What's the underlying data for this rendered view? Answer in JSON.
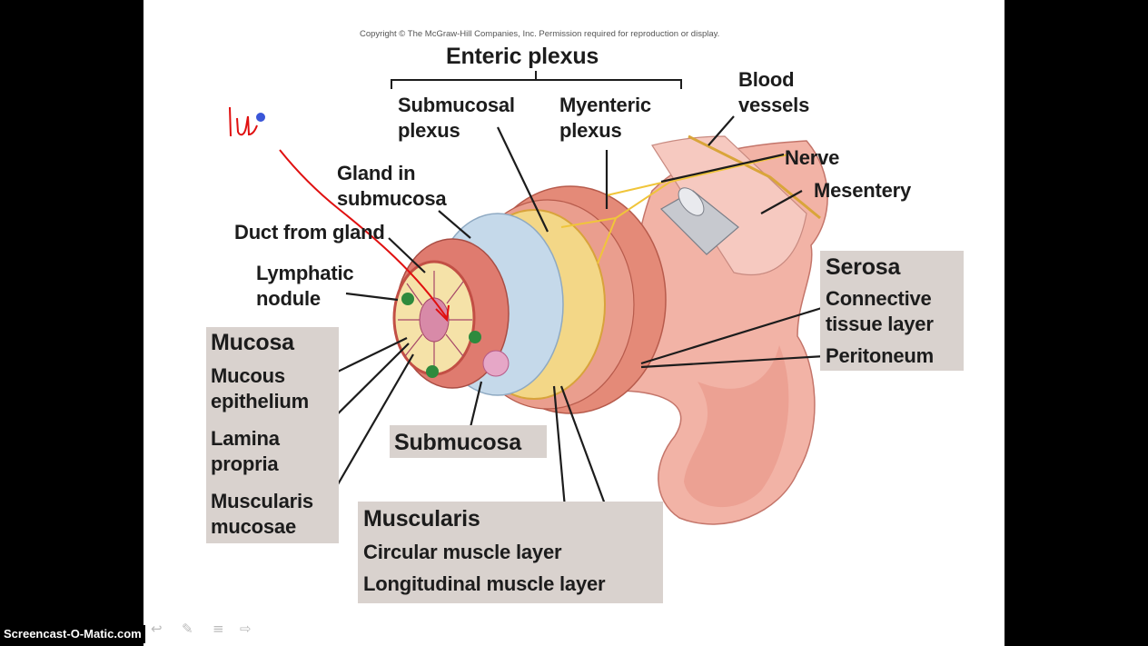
{
  "copyright": "Copyright © The McGraw-Hill Companies, Inc. Permission required for reproduction or display.",
  "labels": {
    "enteric_plexus": "Enteric plexus",
    "submucosal_plexus": "Submucosal\nplexus",
    "myenteric_plexus": "Myenteric\nplexus",
    "blood_vessels": "Blood\nvessels",
    "nerve": "Nerve",
    "mesentery": "Mesentery",
    "gland_in_submucosa": "Gland in\nsubmucosa",
    "duct_from_gland": "Duct from gland",
    "lymphatic_nodule": "Lymphatic\nnodule",
    "serosa": "Serosa",
    "connective_tissue_layer": "Connective\ntissue layer",
    "peritoneum": "Peritoneum",
    "mucosa": "Mucosa",
    "mucous_epithelium": "Mucous\nepithelium",
    "lamina_propria": "Lamina\npropria",
    "muscularis_mucosae": "Muscularis\nmucosae",
    "submucosa": "Submucosa",
    "muscularis": "Muscularis",
    "circular_muscle_layer": "Circular muscle layer",
    "longitudinal_muscle_layer": "Longitudinal muscle layer"
  },
  "handwriting": "lu",
  "watermark": "Screencast-O-Matic.com",
  "colors": {
    "annotation_ink": "#e01010",
    "label_box": "#d9d2ce",
    "muscle": "#e2806e",
    "submucosa": "#bcd3e6",
    "nerve": "#f0c53a"
  },
  "player_icons": [
    "back-arrow-icon",
    "pen-icon",
    "menu-icon",
    "forward-arrow-icon"
  ]
}
